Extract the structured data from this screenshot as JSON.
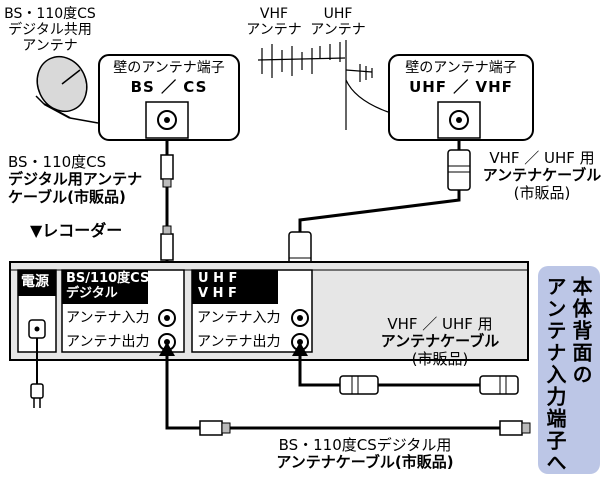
{
  "antennas": {
    "bs_cs": [
      "BS・110度CS",
      "デジタル共用",
      "アンテナ"
    ],
    "vhf": [
      "VHF",
      "アンテナ"
    ],
    "uhf": [
      "UHF",
      "アンテナ"
    ]
  },
  "wall_terminals": {
    "bs_cs": {
      "title": "壁のアンテナ端子",
      "type": "BS ／ CS"
    },
    "uhf_vhf": {
      "title": "壁のアンテナ端子",
      "type": "UHF ／ VHF"
    }
  },
  "cables": {
    "bs_cs_top": [
      "BS・110度CS",
      "デジタル用アンテナ",
      "ケーブル(市販品)"
    ],
    "vhf_uhf_top": [
      "VHF ／ UHF 用",
      "アンテナケーブル",
      "(市販品)"
    ],
    "vhf_uhf_bottom": [
      "VHF ／ UHF 用",
      "アンテナケーブル",
      "(市販品)"
    ],
    "bs_cs_bottom": [
      "BS・110度CSデジタル用",
      "アンテナケーブル(市販品)"
    ]
  },
  "recorder": {
    "label": "▼レコーダー",
    "power_label": "電源",
    "bs_panel": [
      "BS/110度CS",
      "デジタル"
    ],
    "uhf_vhf_panel": [
      "U H F",
      "V H F"
    ],
    "antenna_in": "アンテナ入力",
    "antenna_out": "アンテナ出力"
  },
  "side_note": {
    "line1": "本体背面の",
    "line2": "アンテナ入力端子へ"
  }
}
